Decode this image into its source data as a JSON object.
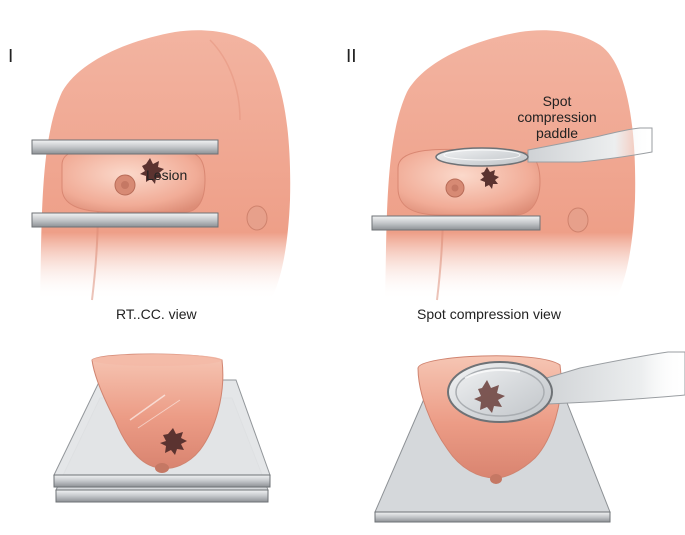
{
  "panels": {
    "left": {
      "numeral": "I",
      "caption": "RT..CC. view",
      "lesion_label": "Lesion"
    },
    "right": {
      "numeral": "II",
      "caption": "Spot compression view",
      "paddle_label": "Spot compression paddle"
    }
  },
  "colors": {
    "skin": "#f0a995",
    "skin_light": "#f8cfbf",
    "skin_dark": "#d98772",
    "lesion": "#5b3330",
    "plate": "#b9bcc0",
    "plate_light": "#e9ebed",
    "plate_edge": "#6e7276"
  }
}
